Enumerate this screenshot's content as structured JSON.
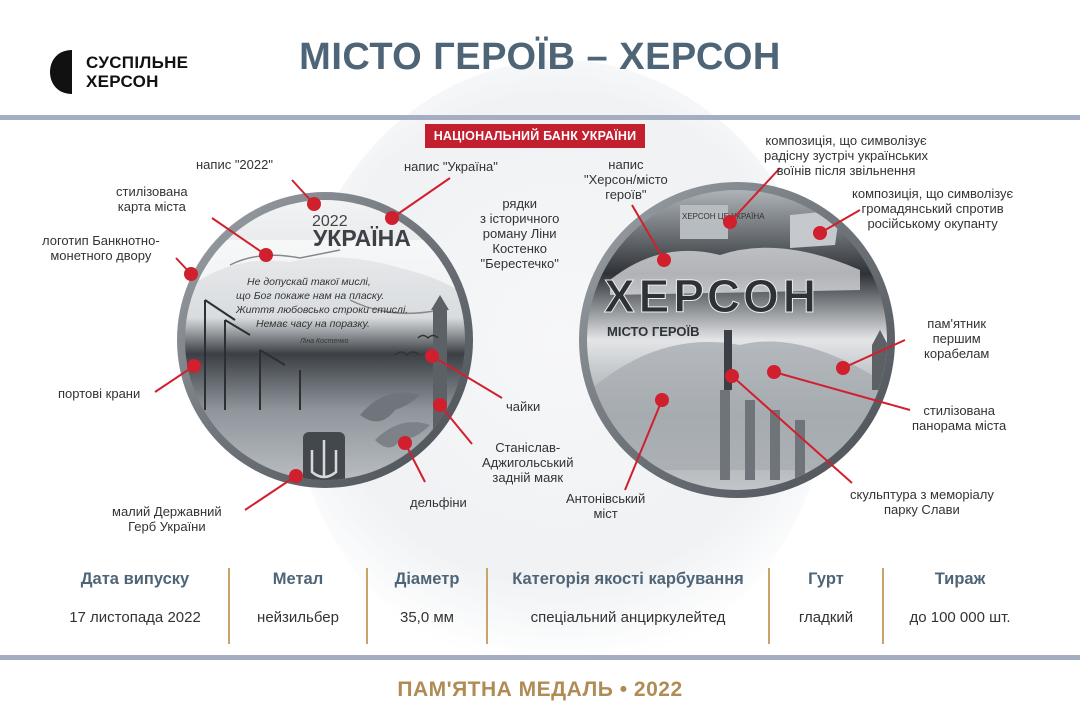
{
  "brand": {
    "line1": "СУСПІЛЬНЕ",
    "line2": "ХЕРСОН"
  },
  "title": "МІСТО ГЕРОЇВ – ХЕРСОН",
  "nbu_banner": "НАЦІОНАЛЬНИЙ БАНК УКРАЇНИ",
  "obverse": {
    "year": "2022",
    "country": "УКРАЇНА",
    "poem": [
      "Не допускай такої мислі,",
      "що Бог покаже нам на пласку.",
      "Життя любовсько строки стислі.",
      "Немає часу на поразку."
    ],
    "signature": "Ліна Костенко"
  },
  "reverse": {
    "city": "ХЕРСОН",
    "subtitle": "МІСТО ГЕРОЇВ",
    "flag_text": "ХЕРСОН ЦЕ УКРАЇНА"
  },
  "callouts": {
    "napys_2022": "напис \"2022\"",
    "karta": [
      "стилізована",
      "карта міста"
    ],
    "logotyp": [
      "логотип Банкнотно-",
      "монетного двору"
    ],
    "krany": "портові крани",
    "gerb": [
      "малий Державний",
      "Герб України"
    ],
    "napys_ukraina": "напис \"Україна\"",
    "riadky": [
      "рядки",
      "з історичного",
      "роману Ліни",
      "Костенко",
      "\"Берестечко\""
    ],
    "chaiky": "чайки",
    "maiak": [
      "Станіслав-",
      "Аджигольський",
      "задній маяк"
    ],
    "delfiny": "дельфіни",
    "napys_kherson": [
      "напис",
      "\"Херсон/місто",
      "героїв\""
    ],
    "kompozytsiia1": [
      "композиція, що символізує",
      "радісну зустріч українських",
      "воїнів після звільнення"
    ],
    "kompozytsiia2": [
      "композиція, що символізує",
      "громадянський спротив",
      "російському окупанту"
    ],
    "pamiatnyk": [
      "пам'ятник",
      "першим",
      "корабелам"
    ],
    "panorama": [
      "стилізована",
      "панорама міста"
    ],
    "skulptura": [
      "скульптура з меморіалу",
      "парку Слави"
    ],
    "antonivskyi": [
      "Антонівський",
      "міст"
    ]
  },
  "specs": [
    {
      "label": "Дата випуску",
      "value": "17 листопада 2022"
    },
    {
      "label": "Метал",
      "value": "нейзильбер"
    },
    {
      "label": "Діаметр",
      "value": "35,0 мм"
    },
    {
      "label": "Категорія якості карбування",
      "value": "спеціальний анциркулейтед"
    },
    {
      "label": "Гурт",
      "value": "гладкий"
    },
    {
      "label": "Тираж",
      "value": "до 100 000 шт."
    }
  ],
  "footer": "ПАМ'ЯТНА МЕДАЛЬ • 2022",
  "colors": {
    "title": "#4e6577",
    "rule": "#a4adc2",
    "banner": "#c21f2f",
    "marker": "#d0202e",
    "gold": "#b08c55"
  }
}
